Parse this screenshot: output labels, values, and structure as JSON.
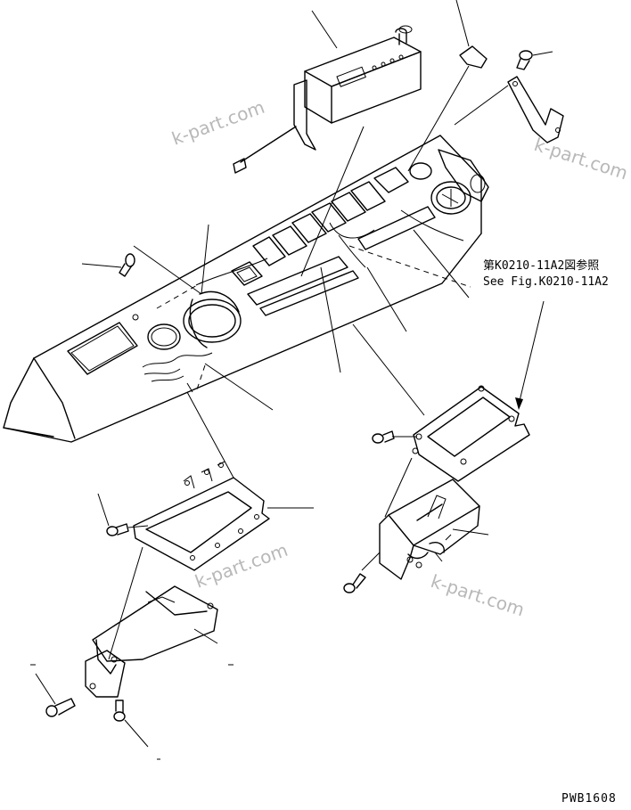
{
  "reference": {
    "ja": "第K0210-11A2図参照",
    "en": "See Fig.K0210-11A2"
  },
  "drawing_code": "PWB1608",
  "watermarks": [
    "k-part.com",
    "k-part.com",
    "k-part.com",
    "k-part.com"
  ]
}
